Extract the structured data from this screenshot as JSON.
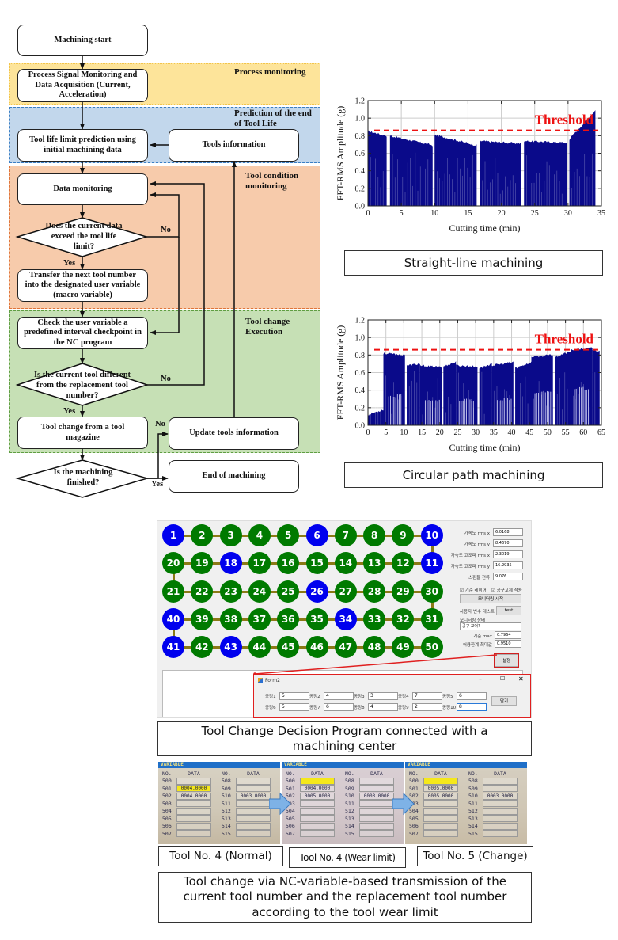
{
  "flowchart": {
    "bands": [
      {
        "label": "Process monitoring",
        "color": "#fde49a",
        "border": "#f2c44a"
      },
      {
        "label": "Prediction of the end of Tool Life",
        "color": "#c2d7ec",
        "border": "#3b7fc4"
      },
      {
        "label": "Tool condition monitoring",
        "color": "#f7cbab",
        "border": "#e0753a"
      },
      {
        "label": "Tool change Execution",
        "color": "#c6e0b5",
        "border": "#5f9e42"
      }
    ],
    "nodes": {
      "start": "Machining start",
      "acquisition": "Process Signal Monitoring and Data Acquisition (Current, Acceleration)",
      "prediction": "Tool life limit prediction using initial machining data",
      "tools_info": "Tools information",
      "data_monitoring": "Data monitoring",
      "exceed_decision": "Does the current data exceed the tool life limit?",
      "transfer": "Transfer the next tool number into the designated user variable (macro variable)",
      "check_variable": "Check the user variable a predefined interval checkpoint in the NC program",
      "different_decision": "Is the current tool different from the replacement tool number?",
      "tool_change": "Tool change from a tool magazine",
      "update_info": "Update tools information",
      "finished_decision": "Is the machining finished?",
      "end": "End of machining"
    },
    "edge_labels": {
      "no": "No",
      "yes": "Yes"
    }
  },
  "chart_data": [
    {
      "type": "bar",
      "title": "",
      "caption": "Straight-line machining",
      "xlabel": "Cutting time (min)",
      "ylabel": "FFT-RMS Amplitude (g)",
      "xlim": [
        0,
        35
      ],
      "ylim": [
        0,
        1.2
      ],
      "xticks": [
        0,
        5,
        10,
        15,
        20,
        25,
        30,
        35
      ],
      "yticks": [
        0.0,
        0.2,
        0.4,
        0.6,
        0.8,
        1.0,
        1.2
      ],
      "ytick_labels": [
        "0.0",
        "0.2",
        "0.4",
        "0.6",
        "0.8",
        "1.0",
        "1.2"
      ],
      "grid": true,
      "threshold": {
        "label": "Threshold",
        "value": 0.86,
        "color": "#ee1111"
      },
      "bar_color": "#0a0a8a",
      "segments": [
        {
          "start": 0.0,
          "end": 2.8,
          "level_start": 0.85,
          "level_end": 0.8
        },
        {
          "start": 3.3,
          "end": 9.7,
          "level_start": 0.8,
          "level_end": 0.69
        },
        {
          "start": 10.0,
          "end": 16.3,
          "level_start": 0.81,
          "level_end": 0.69
        },
        {
          "start": 16.8,
          "end": 23.0,
          "level_start": 0.74,
          "level_end": 0.71
        },
        {
          "start": 23.4,
          "end": 29.8,
          "level_start": 0.74,
          "level_end": 0.72
        },
        {
          "start": 30.2,
          "end": 34.1,
          "level_start": 0.76,
          "level_end": 1.09
        }
      ]
    },
    {
      "type": "bar",
      "title": "",
      "caption": "Circular path machining",
      "xlabel": "Cutting time (min)",
      "ylabel": "FFT-RMS Amplitude (g)",
      "xlim": [
        0,
        65
      ],
      "ylim": [
        0,
        1.2
      ],
      "xticks": [
        0,
        5,
        10,
        15,
        20,
        25,
        30,
        35,
        40,
        45,
        50,
        55,
        60,
        65
      ],
      "yticks": [
        0.0,
        0.2,
        0.4,
        0.6,
        0.8,
        1.0,
        1.2
      ],
      "ytick_labels": [
        "0.0",
        "0.2",
        "0.4",
        "0.6",
        "0.8",
        "1.0",
        "1.2"
      ],
      "grid": true,
      "threshold": {
        "label": "Threshold",
        "value": 0.86,
        "color": "#ee1111"
      },
      "bar_color": "#0a0a8a",
      "segments": [
        {
          "start": 0.0,
          "end": 4.3,
          "level_start": 0.12,
          "level_end": 0.18
        },
        {
          "start": 4.3,
          "end": 10.3,
          "level_start": 0.82,
          "level_end": 0.8
        },
        {
          "start": 10.8,
          "end": 14.5,
          "level_start": 0.68,
          "level_end": 0.7
        },
        {
          "start": 14.5,
          "end": 20.5,
          "level_start": 0.68,
          "level_end": 0.66
        },
        {
          "start": 21.0,
          "end": 24.5,
          "level_start": 0.67,
          "level_end": 0.72
        },
        {
          "start": 24.5,
          "end": 30.5,
          "level_start": 0.68,
          "level_end": 0.67
        },
        {
          "start": 31.0,
          "end": 34.5,
          "level_start": 0.65,
          "level_end": 0.7
        },
        {
          "start": 34.5,
          "end": 40.5,
          "level_start": 0.68,
          "level_end": 0.72
        },
        {
          "start": 41.0,
          "end": 45.5,
          "level_start": 0.65,
          "level_end": 0.72
        },
        {
          "start": 45.5,
          "end": 51.5,
          "level_start": 0.78,
          "level_end": 0.8
        },
        {
          "start": 52.0,
          "end": 56.5,
          "level_start": 0.78,
          "level_end": 0.84
        },
        {
          "start": 56.5,
          "end": 62.5,
          "level_start": 0.86,
          "level_end": 0.88
        },
        {
          "start": 62.5,
          "end": 64.5,
          "level_start": 0.86,
          "level_end": 0.85
        }
      ],
      "secondary_levels": [
        {
          "start": 5.8,
          "end": 9.5,
          "value": 0.36
        },
        {
          "start": 16.0,
          "end": 20.0,
          "value": 0.29
        },
        {
          "start": 25.5,
          "end": 29.5,
          "value": 0.31
        },
        {
          "start": 36.0,
          "end": 40.0,
          "value": 0.32
        },
        {
          "start": 46.5,
          "end": 51.0,
          "value": 0.4
        },
        {
          "start": 57.5,
          "end": 61.5,
          "value": 0.44
        }
      ]
    }
  ],
  "program": {
    "grid_rows": [
      [
        1,
        2,
        3,
        4,
        5,
        6,
        7,
        8,
        9,
        10
      ],
      [
        20,
        19,
        18,
        17,
        16,
        15,
        14,
        13,
        12,
        11
      ],
      [
        21,
        22,
        23,
        24,
        25,
        26,
        27,
        28,
        29,
        30
      ],
      [
        40,
        39,
        38,
        37,
        36,
        35,
        34,
        33,
        32,
        31
      ],
      [
        41,
        42,
        43,
        44,
        45,
        46,
        47,
        48,
        49,
        50
      ]
    ],
    "highlighted_nodes": [
      1,
      6,
      10,
      11,
      18,
      26,
      34,
      40,
      41,
      43
    ],
    "node_colors": {
      "normal": "#007a00",
      "highlighted": "#0000ee"
    },
    "fields": [
      {
        "label": "가속도 rms x",
        "value": "6.0168"
      },
      {
        "label": "가속도 rms y",
        "value": "8.4670"
      },
      {
        "label": "가속도 고조파 rms x",
        "value": "2.3019"
      },
      {
        "label": "가속도 고조파 rms y",
        "value": "16.2935"
      },
      {
        "label": "스핀들 전류",
        "value": "9.076"
      }
    ],
    "checkboxes": [
      {
        "label": "기준 레이어",
        "checked": true
      },
      {
        "label": "공구교체 적용",
        "checked": true
      }
    ],
    "monitor_button": "모니터링 시작",
    "user_var_test_label": "사용자 변수 테스트",
    "test_button": "test",
    "monitor_status_label": "모니터링 상태",
    "monitor_status_value": "공구 교어?",
    "ref_max_label": "기준 max",
    "ref_max_value": "0.7964",
    "tolerance_label": "허용한계 최대값",
    "tolerance_value": "0.9510",
    "settings_button": "설정"
  },
  "form2": {
    "title": "Form2",
    "window_controls": [
      "minimize",
      "maximize",
      "close"
    ],
    "inputs": [
      {
        "label": "공정1",
        "value": "5"
      },
      {
        "label": "공정2",
        "value": "4"
      },
      {
        "label": "공정3",
        "value": "3"
      },
      {
        "label": "공정4",
        "value": "7"
      },
      {
        "label": "공정5",
        "value": "6"
      },
      {
        "label": "공정6",
        "value": "5"
      },
      {
        "label": "공정7",
        "value": "6"
      },
      {
        "label": "공정8",
        "value": "4"
      },
      {
        "label": "공정9",
        "value": "2"
      },
      {
        "label": "공정10",
        "value": "8"
      }
    ],
    "close_button": "닫기"
  },
  "captions": {
    "program": "Tool Change Decision Program connected with a machining center",
    "nc_transmission": "Tool change via NC-variable-based transmission of the current tool number and the replacement tool number according to the tool wear limit"
  },
  "nc_panels": [
    {
      "caption": "Tool No. 4 (Normal)",
      "header": "VARIABLE",
      "col_headers": [
        "NO.",
        "DATA",
        "NO.",
        "DATA"
      ],
      "left": [
        {
          "no": "500",
          "data": "",
          "highlight": false
        },
        {
          "no": "501",
          "data": "0004.0000",
          "highlight": true
        },
        {
          "no": "502",
          "data": "0004.0000",
          "highlight": false
        },
        {
          "no": "503",
          "data": "",
          "highlight": false
        },
        {
          "no": "504",
          "data": "",
          "highlight": false
        },
        {
          "no": "505",
          "data": "",
          "highlight": false
        },
        {
          "no": "506",
          "data": "",
          "highlight": false
        },
        {
          "no": "507",
          "data": "",
          "highlight": false
        }
      ],
      "right": [
        {
          "no": "508",
          "data": ""
        },
        {
          "no": "509",
          "data": ""
        },
        {
          "no": "510",
          "data": "0003.0000"
        },
        {
          "no": "511",
          "data": ""
        },
        {
          "no": "512",
          "data": ""
        },
        {
          "no": "513",
          "data": ""
        },
        {
          "no": "514",
          "data": ""
        },
        {
          "no": "515",
          "data": ""
        }
      ]
    },
    {
      "caption": "Tool No. 4 (Wear limit)",
      "header": "VARIABLE",
      "col_headers": [
        "NO.",
        "DATA",
        "NO.",
        "DATA"
      ],
      "left": [
        {
          "no": "500",
          "data": "",
          "highlight": true
        },
        {
          "no": "501",
          "data": "0004.0000",
          "highlight": false
        },
        {
          "no": "502",
          "data": "0005.0000",
          "highlight": false
        },
        {
          "no": "503",
          "data": "",
          "highlight": false
        },
        {
          "no": "504",
          "data": "",
          "highlight": false
        },
        {
          "no": "505",
          "data": "",
          "highlight": false
        },
        {
          "no": "506",
          "data": "",
          "highlight": false
        },
        {
          "no": "507",
          "data": "",
          "highlight": false
        }
      ],
      "right": [
        {
          "no": "508",
          "data": ""
        },
        {
          "no": "509",
          "data": ""
        },
        {
          "no": "510",
          "data": "0003.0000"
        },
        {
          "no": "511",
          "data": ""
        },
        {
          "no": "512",
          "data": ""
        },
        {
          "no": "513",
          "data": ""
        },
        {
          "no": "514",
          "data": ""
        },
        {
          "no": "515",
          "data": ""
        }
      ]
    },
    {
      "caption": "Tool No. 5 (Change)",
      "header": "VARIABLE",
      "col_headers": [
        "NO.",
        "DATA",
        "NO.",
        "DATA"
      ],
      "left": [
        {
          "no": "500",
          "data": "",
          "highlight": true
        },
        {
          "no": "501",
          "data": "0005.0000",
          "highlight": false
        },
        {
          "no": "502",
          "data": "0005.0000",
          "highlight": false
        },
        {
          "no": "503",
          "data": "",
          "highlight": false
        },
        {
          "no": "504",
          "data": "",
          "highlight": false
        },
        {
          "no": "505",
          "data": "",
          "highlight": false
        },
        {
          "no": "506",
          "data": "",
          "highlight": false
        },
        {
          "no": "507",
          "data": "",
          "highlight": false
        }
      ],
      "right": [
        {
          "no": "508",
          "data": ""
        },
        {
          "no": "509",
          "data": ""
        },
        {
          "no": "510",
          "data": "0003.0000"
        },
        {
          "no": "511",
          "data": ""
        },
        {
          "no": "512",
          "data": ""
        },
        {
          "no": "513",
          "data": ""
        },
        {
          "no": "514",
          "data": ""
        },
        {
          "no": "515",
          "data": ""
        }
      ]
    }
  ]
}
